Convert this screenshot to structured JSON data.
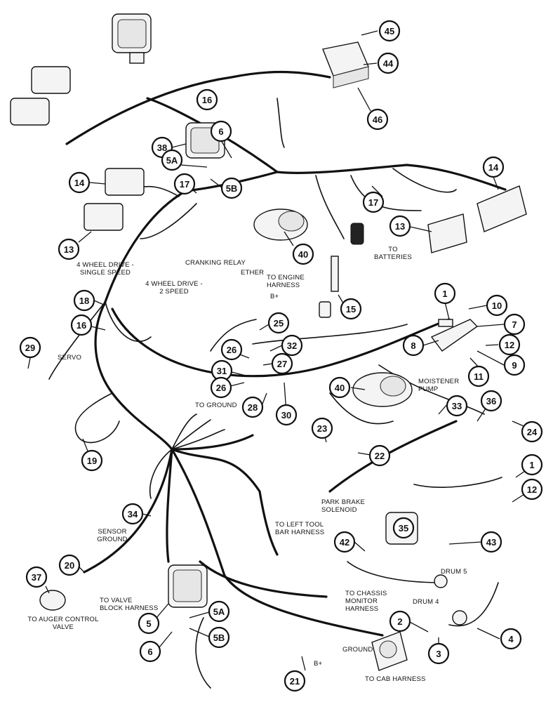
{
  "callouts": [
    {
      "id": "c45",
      "label": "45"
    },
    {
      "id": "c44",
      "label": "44"
    },
    {
      "id": "c46",
      "label": "46"
    },
    {
      "id": "c16a",
      "label": "16"
    },
    {
      "id": "c38",
      "label": "38"
    },
    {
      "id": "c5a1",
      "label": "5A"
    },
    {
      "id": "c6a",
      "label": "6"
    },
    {
      "id": "c5b1",
      "label": "5B"
    },
    {
      "id": "c14a",
      "label": "14"
    },
    {
      "id": "c17a",
      "label": "17"
    },
    {
      "id": "c13a",
      "label": "13"
    },
    {
      "id": "c40a",
      "label": "40"
    },
    {
      "id": "c14b",
      "label": "14"
    },
    {
      "id": "c17b",
      "label": "17"
    },
    {
      "id": "c13b",
      "label": "13"
    },
    {
      "id": "c18",
      "label": "18"
    },
    {
      "id": "c16b",
      "label": "16"
    },
    {
      "id": "c15",
      "label": "15"
    },
    {
      "id": "c1a",
      "label": "1"
    },
    {
      "id": "c10",
      "label": "10"
    },
    {
      "id": "c7",
      "label": "7"
    },
    {
      "id": "c8",
      "label": "8"
    },
    {
      "id": "c12a",
      "label": "12"
    },
    {
      "id": "c9",
      "label": "9"
    },
    {
      "id": "c11",
      "label": "11"
    },
    {
      "id": "c25",
      "label": "25"
    },
    {
      "id": "c32",
      "label": "32"
    },
    {
      "id": "c26a",
      "label": "26"
    },
    {
      "id": "c27",
      "label": "27"
    },
    {
      "id": "c31",
      "label": "31"
    },
    {
      "id": "c26b",
      "label": "26"
    },
    {
      "id": "c28",
      "label": "28"
    },
    {
      "id": "c30",
      "label": "30"
    },
    {
      "id": "c29",
      "label": "29"
    },
    {
      "id": "c19",
      "label": "19"
    },
    {
      "id": "c40b",
      "label": "40"
    },
    {
      "id": "c33",
      "label": "33"
    },
    {
      "id": "c36",
      "label": "36"
    },
    {
      "id": "c24",
      "label": "24"
    },
    {
      "id": "c23",
      "label": "23"
    },
    {
      "id": "c22",
      "label": "22"
    },
    {
      "id": "c1b",
      "label": "1"
    },
    {
      "id": "c12b",
      "label": "12"
    },
    {
      "id": "c34",
      "label": "34"
    },
    {
      "id": "c35",
      "label": "35"
    },
    {
      "id": "c42",
      "label": "42"
    },
    {
      "id": "c43",
      "label": "43"
    },
    {
      "id": "c37",
      "label": "37"
    },
    {
      "id": "c20",
      "label": "20"
    },
    {
      "id": "c5c",
      "label": "5"
    },
    {
      "id": "c5a2",
      "label": "5A"
    },
    {
      "id": "c6b",
      "label": "6"
    },
    {
      "id": "c5b2",
      "label": "5B"
    },
    {
      "id": "c2",
      "label": "2"
    },
    {
      "id": "c3",
      "label": "3"
    },
    {
      "id": "c4",
      "label": "4"
    },
    {
      "id": "c21",
      "label": "21"
    }
  ],
  "labels": {
    "to_batteries": [
      "TO",
      "BATTERIES"
    ],
    "four_wd_single": [
      "4 WHEEL DRIVE -",
      "SINGLE SPEED"
    ],
    "cranking_relay": [
      "CRANKING RELAY"
    ],
    "ether": [
      "ETHER"
    ],
    "to_engine_harness": [
      "TO ENGINE",
      "HARNESS"
    ],
    "four_wd_two": [
      "4 WHEEL DRIVE -",
      "2 SPEED"
    ],
    "b_plus_top": [
      "B+"
    ],
    "servo": [
      "SERVO"
    ],
    "to_ground": [
      "TO GROUND"
    ],
    "moistener_pump": [
      "MOISTENER",
      "PUMP"
    ],
    "park_brake": [
      "PARK BRAKE",
      "SOLENOID"
    ],
    "sensor_ground": [
      "SENSOR",
      "GROUND"
    ],
    "to_left_tool": [
      "TO LEFT TOOL",
      "BAR HARNESS"
    ],
    "drum5": [
      "DRUM 5"
    ],
    "drum4": [
      "DRUM 4"
    ],
    "to_chassis": [
      "TO CHASSIS",
      "MONITOR",
      "HARNESS"
    ],
    "to_valve_block": [
      "TO VALVE",
      "BLOCK HARNESS"
    ],
    "to_auger": [
      "TO AUGER CONTROL",
      "VALVE"
    ],
    "ground": [
      "GROUND"
    ],
    "b_plus_bottom": [
      "B+"
    ],
    "to_cab": [
      "TO CAB HARNESS"
    ]
  }
}
